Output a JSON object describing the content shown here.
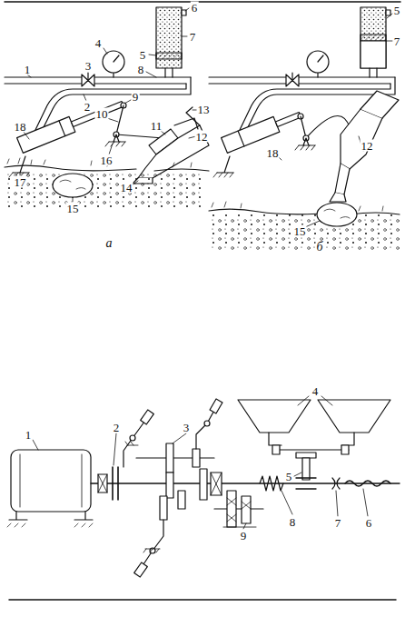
{
  "diagram": {
    "labels": [
      "1",
      "2",
      "3",
      "4",
      "5",
      "6",
      "7",
      "8",
      "9",
      "10",
      "11",
      "12",
      "13",
      "14",
      "15",
      "16",
      "17",
      "18",
      "а",
      "5",
      "7",
      "18",
      "12",
      "15",
      "б",
      "1",
      "2",
      "3",
      "4",
      "5",
      "6",
      "7",
      "8",
      "9"
    ]
  }
}
